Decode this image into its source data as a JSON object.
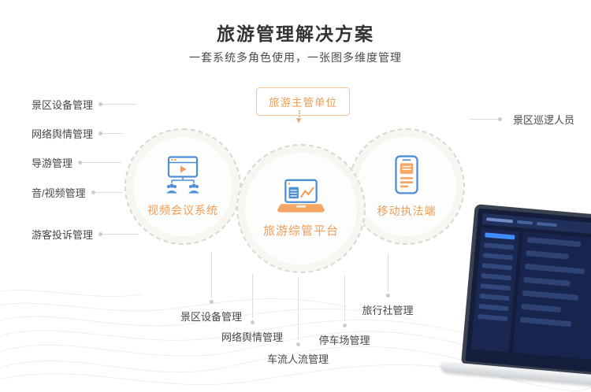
{
  "page": {
    "title": "旅游管理解决方案",
    "subtitle": "一套系统多角色使用，一张图多维度管理"
  },
  "hub": {
    "authority_label": "旅游主管单位"
  },
  "systems": {
    "video_conference": "视频会议系统",
    "platform": "旅游综管平台",
    "mobile_enforcement": "移动执法端"
  },
  "left_items": [
    "景区设备管理",
    "网络舆情管理",
    "导游管理",
    "音/视频管理",
    "游客投诉管理"
  ],
  "right_items": [
    "景区巡逻人员"
  ],
  "bottom_items": [
    "景区设备管理",
    "网络舆情管理",
    "车流人流管理",
    "停车场管理",
    "旅行社管理"
  ],
  "icons": {
    "video_conference": "video-conference-icon",
    "platform": "laptop-chart-icon",
    "mobile_enforcement": "handheld-device-icon",
    "down_arrow": "▼"
  },
  "colors": {
    "accent_orange": "#EF9D57",
    "accent_orange_light": "#F5C9A0",
    "icon_blue": "#4C8FD6",
    "line_gray": "#DCDCDC",
    "text_dark": "#333333",
    "laptop_screen_bg": "#141E3C"
  }
}
